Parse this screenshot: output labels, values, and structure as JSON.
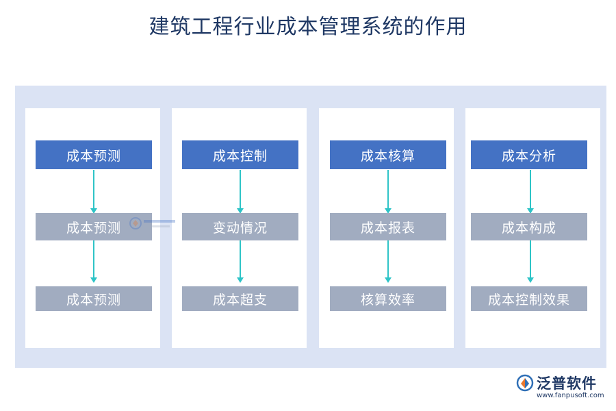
{
  "title": "建筑工程行业成本管理系统的作用",
  "columns": [
    {
      "head": "成本预测",
      "items": [
        "成本预测",
        "成本预测"
      ]
    },
    {
      "head": "成本控制",
      "items": [
        "变动情况",
        "成本超支"
      ]
    },
    {
      "head": "成本核算",
      "items": [
        "成本报表",
        "核算效率"
      ]
    },
    {
      "head": "成本分析",
      "items": [
        "成本构成",
        "成本控制效果"
      ]
    }
  ],
  "logo": {
    "name": "泛普软件",
    "url": "www.fanpusoft.com"
  },
  "colors": {
    "title": "#1f3864",
    "panel": "#dbe3f4",
    "head_box": "#4472c4",
    "sub_box": "#a1acc0",
    "arrow": "#2ec4c7"
  }
}
